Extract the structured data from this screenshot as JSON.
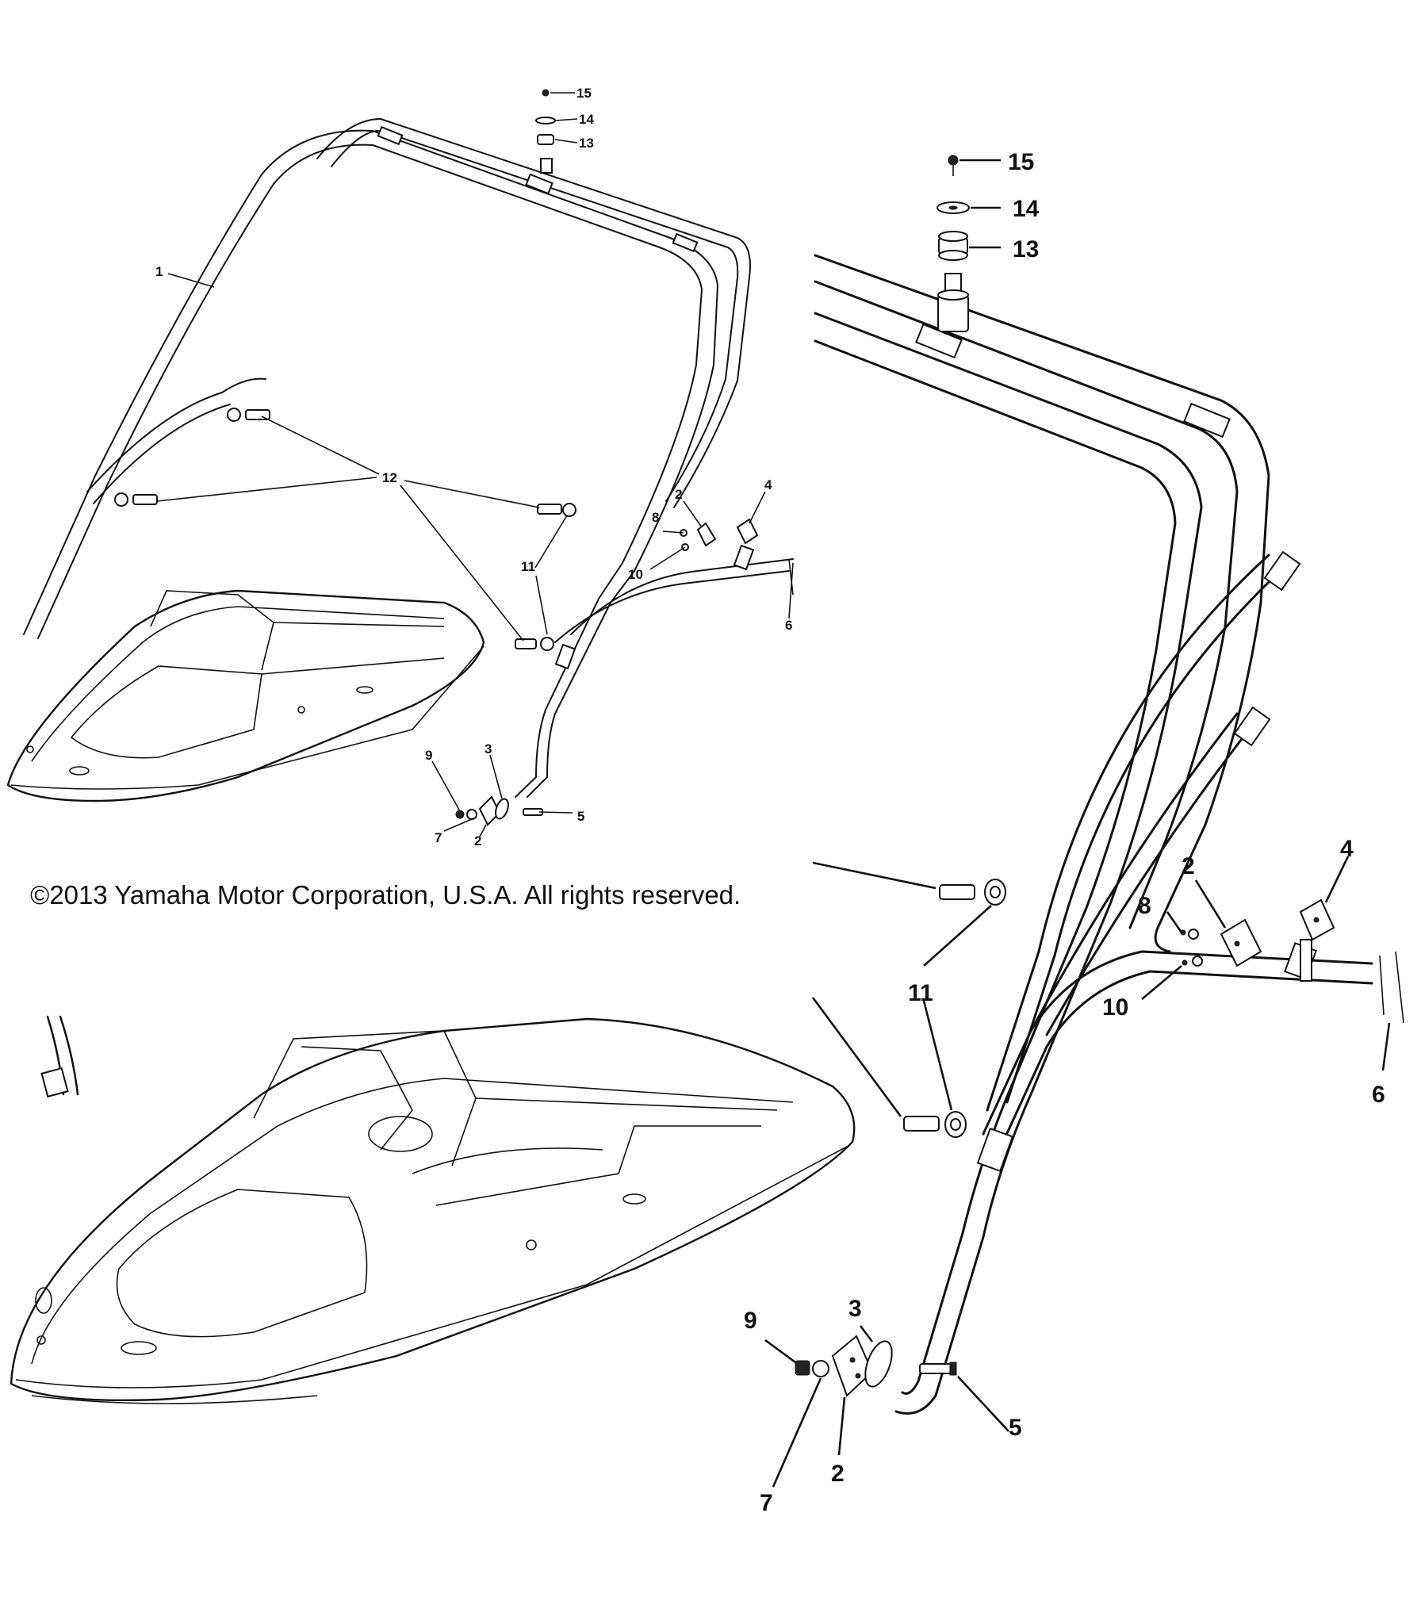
{
  "copyright": "©2013 Yamaha Motor Corporation, U.S.A. All rights reserved.",
  "small_view": {
    "callouts": [
      {
        "id": "s1",
        "text": "1"
      },
      {
        "id": "s2a",
        "text": "2"
      },
      {
        "id": "s2b",
        "text": "2"
      },
      {
        "id": "s3",
        "text": "3"
      },
      {
        "id": "s4",
        "text": "4"
      },
      {
        "id": "s5",
        "text": "5"
      },
      {
        "id": "s6",
        "text": "6"
      },
      {
        "id": "s7",
        "text": "7"
      },
      {
        "id": "s8",
        "text": "8"
      },
      {
        "id": "s9",
        "text": "9"
      },
      {
        "id": "s10",
        "text": "10"
      },
      {
        "id": "s11",
        "text": "11"
      },
      {
        "id": "s12",
        "text": "12"
      },
      {
        "id": "s13",
        "text": "13"
      },
      {
        "id": "s14",
        "text": "14"
      },
      {
        "id": "s15",
        "text": "15"
      }
    ]
  },
  "large_view": {
    "callouts": [
      {
        "id": "l2a",
        "text": "2"
      },
      {
        "id": "l2b",
        "text": "2"
      },
      {
        "id": "l3",
        "text": "3"
      },
      {
        "id": "l4",
        "text": "4"
      },
      {
        "id": "l5",
        "text": "5"
      },
      {
        "id": "l6",
        "text": "6"
      },
      {
        "id": "l7",
        "text": "7"
      },
      {
        "id": "l8",
        "text": "8"
      },
      {
        "id": "l9",
        "text": "9"
      },
      {
        "id": "l10",
        "text": "10"
      },
      {
        "id": "l11",
        "text": "11"
      },
      {
        "id": "l13",
        "text": "13"
      },
      {
        "id": "l14",
        "text": "14"
      },
      {
        "id": "l15",
        "text": "15"
      }
    ]
  }
}
